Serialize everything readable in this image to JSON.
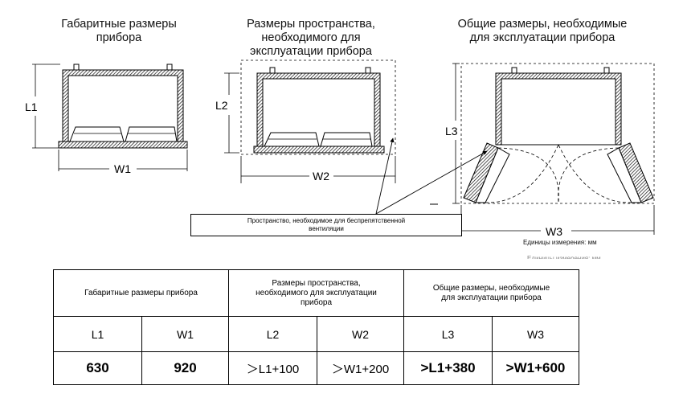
{
  "captions": {
    "overall": [
      "Габаритные размеры",
      "прибора"
    ],
    "space": [
      "Размеры пространства,",
      "необходимого для",
      "эксплуатации прибора"
    ],
    "total": [
      "Общие размеры, необходимые",
      "для эксплуатации прибора"
    ]
  },
  "dim_labels": {
    "l1": "L1",
    "w1": "W1",
    "l2": "L2",
    "w2": "W2",
    "l3": "L3",
    "w3": "W3"
  },
  "ventilation_note": [
    "Пространство, необходимое для беспрепятственной",
    "вентиляции"
  ],
  "units_label": "Единицы измерения: мм",
  "units_label_ghost": "Единицы измерения: мм",
  "table": {
    "group_headers": [
      [
        "Габаритные размеры прибора"
      ],
      [
        "Размеры пространства,",
        "необходимого для эксплуатации",
        "прибора"
      ],
      [
        "Общие размеры, необходимые",
        "для эксплуатации прибора"
      ]
    ],
    "columns": [
      "L1",
      "W1",
      "L2",
      "W2",
      "L3",
      "W3"
    ],
    "values": [
      "630",
      "920",
      "＞L1+100",
      "＞W1+200",
      ">L1+380",
      ">W1+600"
    ]
  }
}
